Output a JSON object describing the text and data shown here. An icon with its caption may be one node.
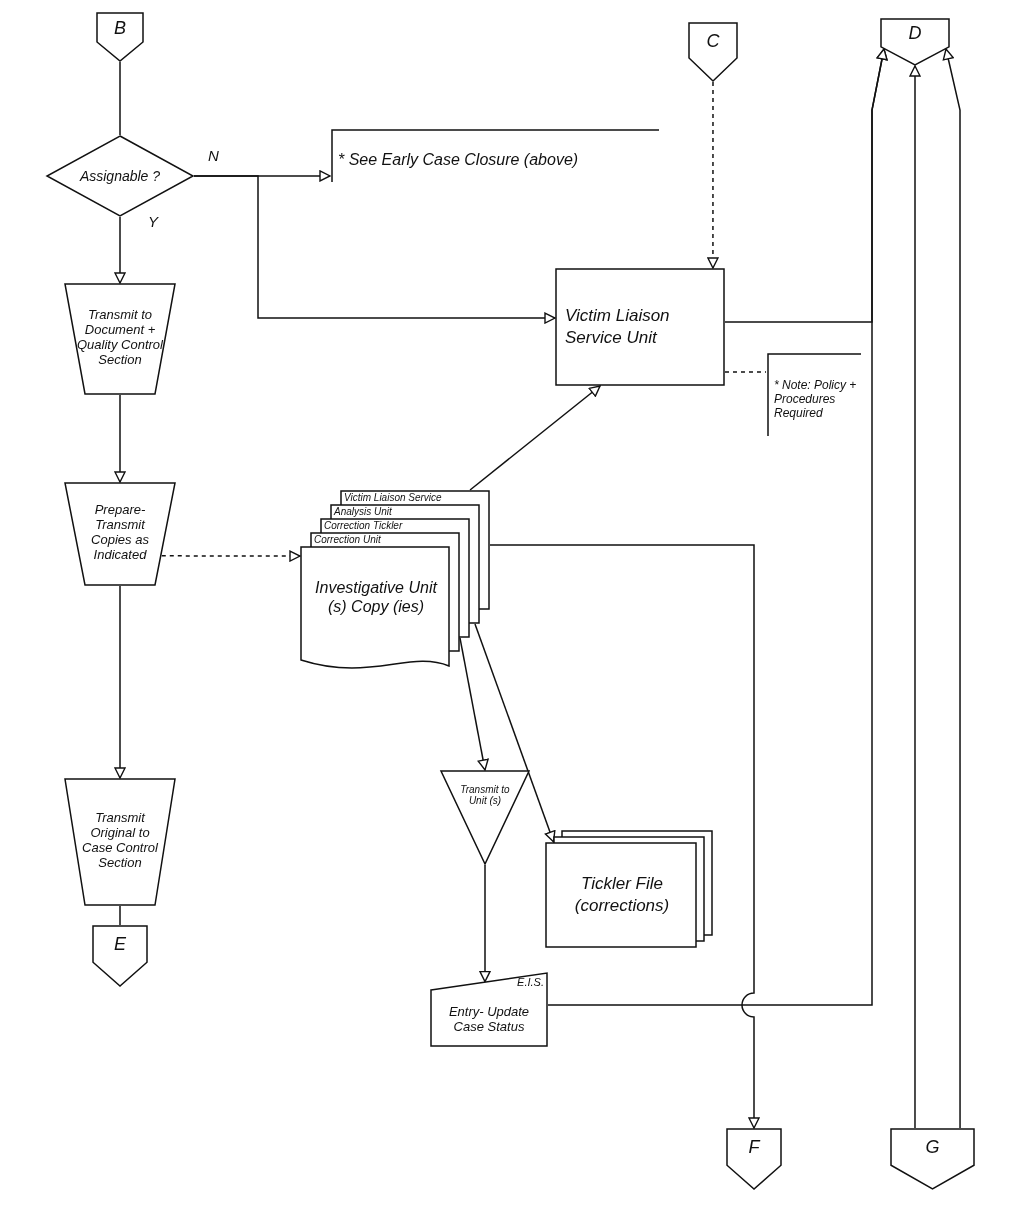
{
  "diagram": {
    "nodes": [
      {
        "text": [
          "B"
        ]
      },
      {
        "text": [
          "Assignable ?"
        ]
      },
      {
        "text": [
          "* See Early Case Closure (above)"
        ]
      },
      {
        "text": [
          "C"
        ]
      },
      {
        "text": [
          "D"
        ]
      },
      {
        "text": [
          "Victim Liaison Service Unit"
        ]
      },
      {
        "text": [
          "* Note: Policy + Procedures Required"
        ]
      },
      {
        "text": [
          "Transmit to Document + Quality Control Section"
        ]
      },
      {
        "text": [
          "Prepare- Transmit Copies as Indicated"
        ]
      },
      {
        "text": [
          "Victim Liaison Service",
          "Analysis Unit",
          "Correction Tickler",
          "Correction Unit",
          "Investigative Unit (s) Copy (ies)"
        ]
      },
      {
        "text": [
          "Transmit to Unit (s)"
        ]
      },
      {
        "text": [
          "Tickler File (corrections)"
        ]
      },
      {
        "text": [
          "Transmit Original to Case Control Section"
        ]
      },
      {
        "text": [
          "E"
        ]
      },
      {
        "text": [
          "E.I.S.",
          "Entry- Update Case Status"
        ]
      },
      {
        "text": [
          "F"
        ]
      },
      {
        "text": [
          "G"
        ]
      }
    ],
    "edges": [
      {
        "from": 0,
        "to": 1,
        "arrow": "none"
      },
      {
        "from": 1,
        "to": 2,
        "arrow": "to",
        "label": "N"
      },
      {
        "from": 1,
        "to": 5,
        "arrow": "to"
      },
      {
        "from": 1,
        "to": 7,
        "arrow": "to",
        "label": "Y"
      },
      {
        "from": 3,
        "to": 5,
        "arrow": "to",
        "style": "dashed"
      },
      {
        "from": 5,
        "to": 4,
        "arrow": "to"
      },
      {
        "from": 5,
        "to": 6,
        "arrow": "none",
        "style": "dashed"
      },
      {
        "from": 7,
        "to": 8,
        "arrow": "to"
      },
      {
        "from": 8,
        "to": 9,
        "arrow": "to",
        "style": "dashed"
      },
      {
        "from": 8,
        "to": 12,
        "arrow": "to"
      },
      {
        "from": 12,
        "to": 13,
        "arrow": "none"
      },
      {
        "from": 9,
        "to": 5,
        "arrow": "to"
      },
      {
        "from": 9,
        "to": 15,
        "arrow": "to"
      },
      {
        "from": 9,
        "to": 10,
        "arrow": "to"
      },
      {
        "from": 9,
        "to": 11,
        "arrow": "to"
      },
      {
        "from": 10,
        "to": 14,
        "arrow": "to"
      },
      {
        "from": 14,
        "to": 4,
        "arrow": "to"
      },
      {
        "from": 16,
        "to": 4,
        "arrow": "to"
      },
      {
        "from": 16,
        "to": 4,
        "arrow": "to"
      }
    ]
  }
}
